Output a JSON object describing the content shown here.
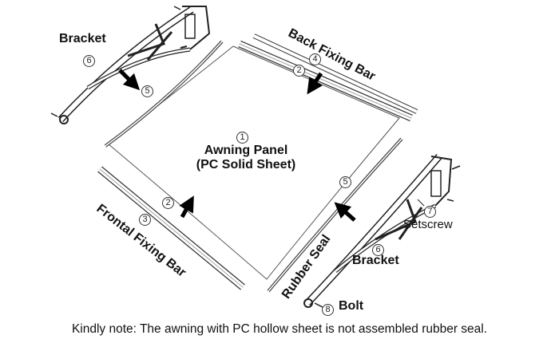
{
  "labels": {
    "bracket_top": "Bracket",
    "bracket_bottom": "Bracket",
    "back_fixing_bar": "Back Fixing Bar",
    "frontal_fixing_bar": "Frontal Fixing Bar",
    "awning_panel_line1": "Awning Panel",
    "awning_panel_line2": "(PC Solid Sheet)",
    "rubber_seal": "Rubber Seal",
    "setscrew": "Setscrew",
    "bolt": "Bolt"
  },
  "numbers": {
    "panel": "1",
    "back_bar_seal": "2",
    "front_bar_seal": "2",
    "frontal_bar": "3",
    "back_bar": "4",
    "seal_left": "5",
    "seal_right": "5",
    "bracket_left": "6",
    "bracket_right": "6",
    "setscrew": "7",
    "bolt": "8"
  },
  "note": "Kindly note: The awning with PC hollow sheet is not assembled rubber seal."
}
